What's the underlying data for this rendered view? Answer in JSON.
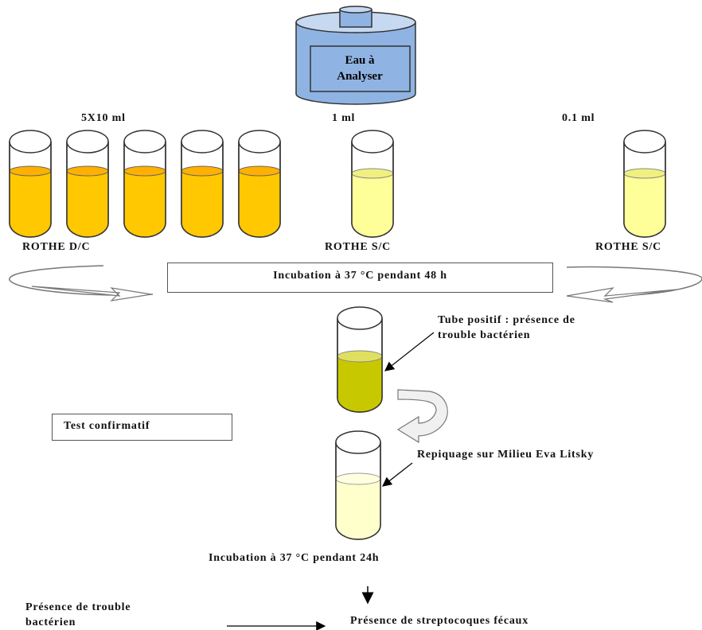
{
  "jar": {
    "label_line1": "Eau à",
    "label_line2": "Analyser"
  },
  "volumes": {
    "group1": "5X10 ml",
    "group2": "1 ml",
    "group3": "0.1 ml"
  },
  "media": {
    "group1": "ROTHE D/C",
    "group2": "ROTHE S/C",
    "group3": "ROTHE S/C"
  },
  "incubation1": "Incubation à 37 °C pendant 48 h",
  "positive_tube_note_line1": "Tube positif : présence de",
  "positive_tube_note_line2": "trouble bactérien",
  "confirm_test": "Test confirmatif",
  "subculture_note": "Repiquage sur Milieu Eva Litsky",
  "incubation2": "Incubation à 37 °C pendant 24h",
  "turbidity_line1": "Présence de trouble",
  "turbidity_line2": "bactérien",
  "result": "Présence de streptocoques fécaux",
  "colors": {
    "jar_fill": "#8fb4e3",
    "double_medium": "#ffc800",
    "single_medium": "#ffff99",
    "positive_tube": "#c8c800",
    "litsky_medium": "#ffffcc"
  }
}
